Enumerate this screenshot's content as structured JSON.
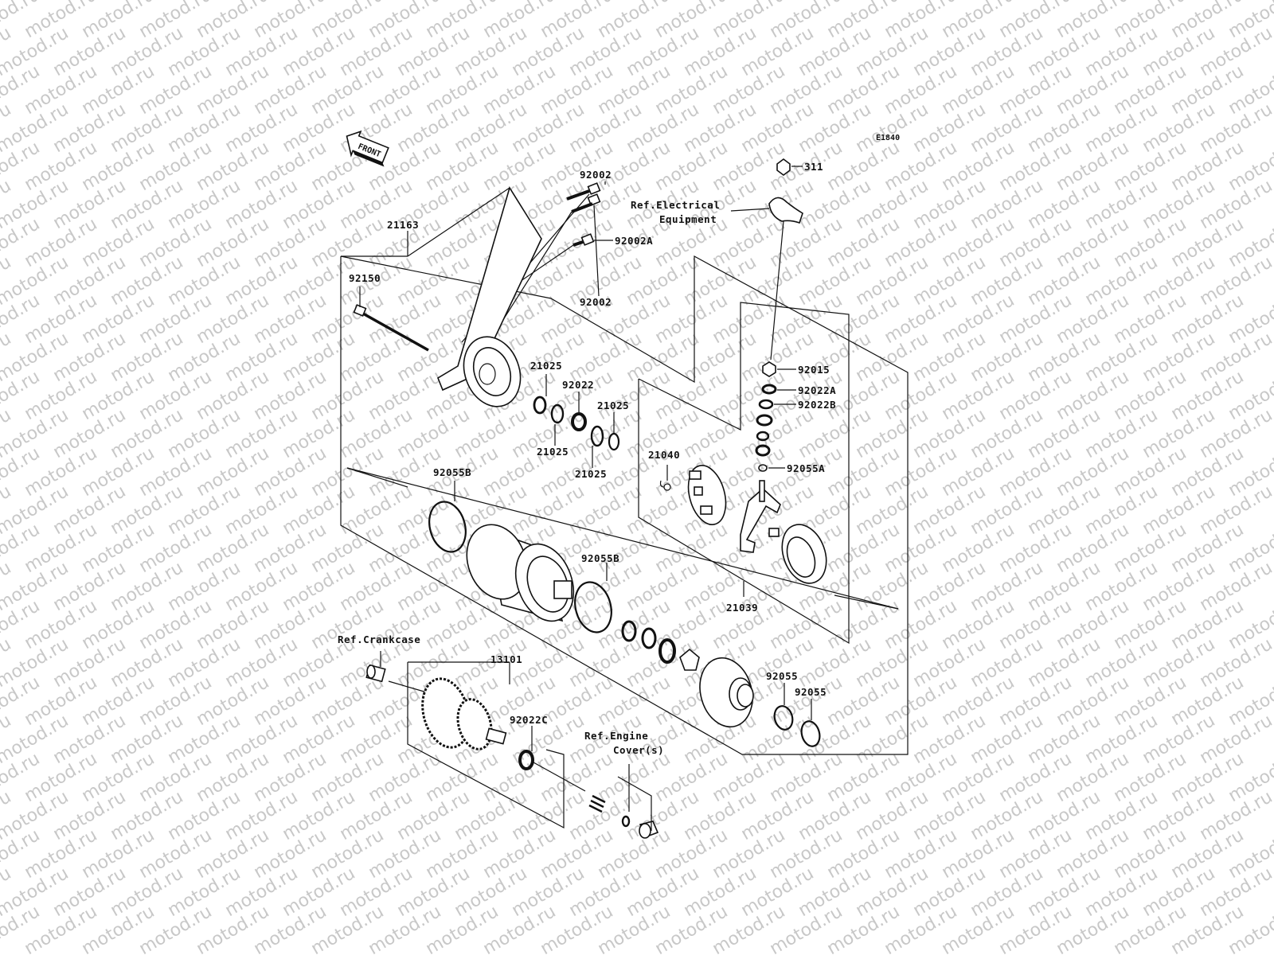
{
  "watermark": "motod.ru",
  "diagram_code": "E1840",
  "front_label": "FRONT",
  "labels": {
    "p311": "311",
    "ref_electrical_1": "Ref.Electrical",
    "ref_electrical_2": "Equipment",
    "p92002_top": "92002",
    "p92002A": "92002A",
    "p92002_bot": "92002",
    "p21163": "21163",
    "p92150": "92150",
    "p21025_a": "21025",
    "p92022": "92022",
    "p21025_b": "21025",
    "p21025_c": "21025",
    "p21025_d": "21025",
    "p92015": "92015",
    "p92022A": "92022A",
    "p92022B": "92022B",
    "p21040": "21040",
    "p92055A": "92055A",
    "p92055B_a": "92055B",
    "p92055B_b": "92055B",
    "p21039": "21039",
    "ref_crankcase": "Ref.Crankcase",
    "p13101": "13101",
    "p92022C": "92022C",
    "ref_engine_1": "Ref.Engine",
    "ref_engine_2": "Cover(s)",
    "p92055_a": "92055",
    "p92055_b": "92055"
  }
}
